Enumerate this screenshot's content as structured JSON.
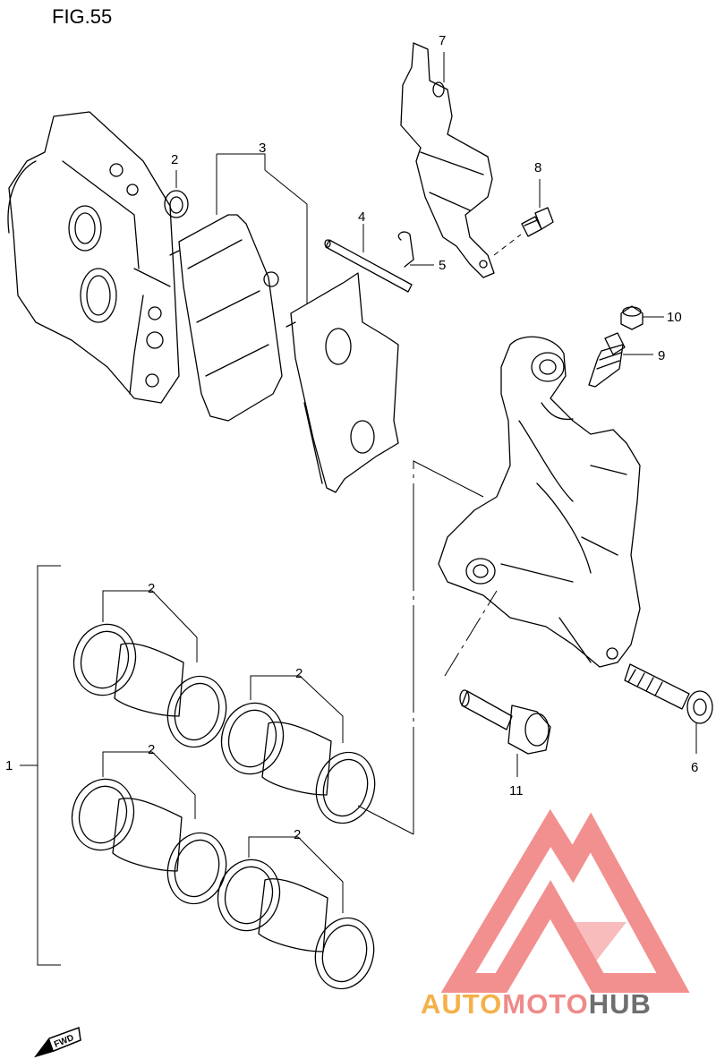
{
  "figure": {
    "title": "FIG.55"
  },
  "callouts": {
    "c1": "1",
    "c2a": "2",
    "c2b": "2",
    "c2c": "2",
    "c2d": "2",
    "c2e": "2",
    "c3": "3",
    "c4": "4",
    "c5": "5",
    "c6": "6",
    "c7": "7",
    "c8": "8",
    "c9": "9",
    "c10": "10",
    "c11": "11"
  },
  "fwd": {
    "label": "FWD"
  },
  "watermark": {
    "part1": "AUTO",
    "part2": "MOTO",
    "part3": "HUB",
    "colors": {
      "auto": "#F5B04A",
      "moto": "#F08A8A",
      "hub": "#6E6E6E",
      "logo": "#F07C7C"
    }
  }
}
